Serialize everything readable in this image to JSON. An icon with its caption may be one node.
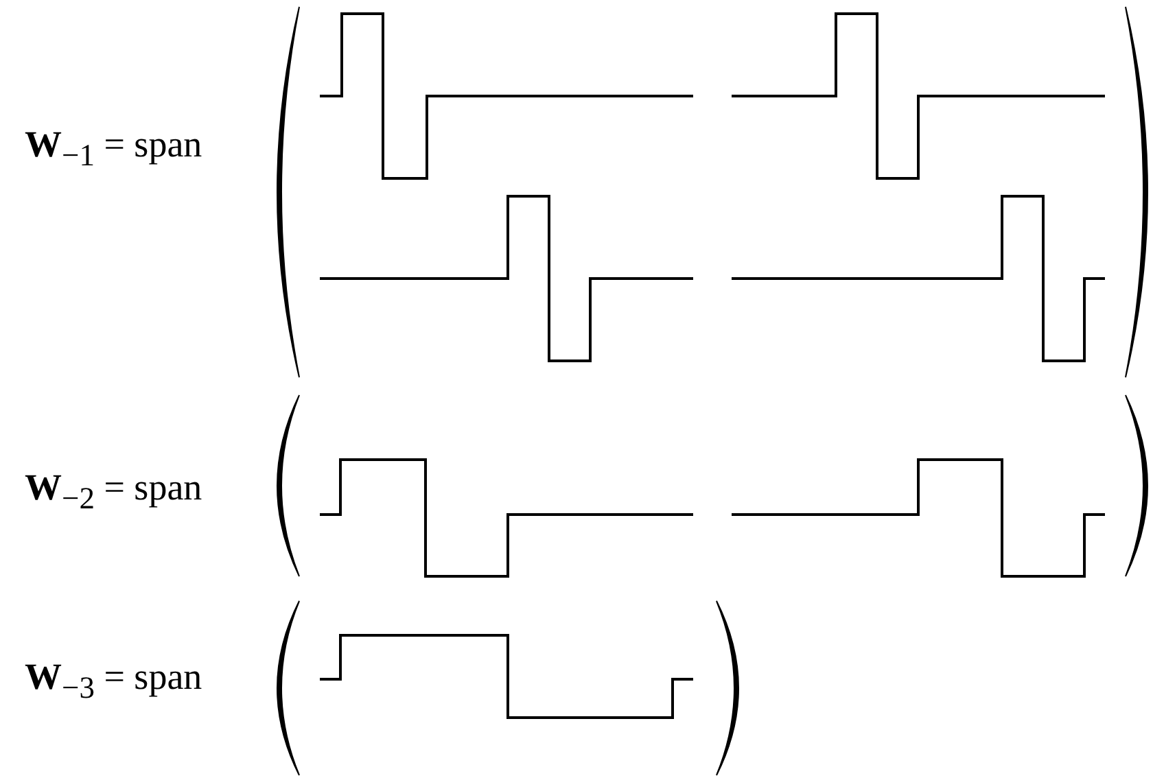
{
  "diagram": {
    "labels": [
      "**W**$_{−1}$ = span",
      "**W**$_{−2}$ = span",
      "**W**$_{−3}$ = span"
    ]
  }
}
